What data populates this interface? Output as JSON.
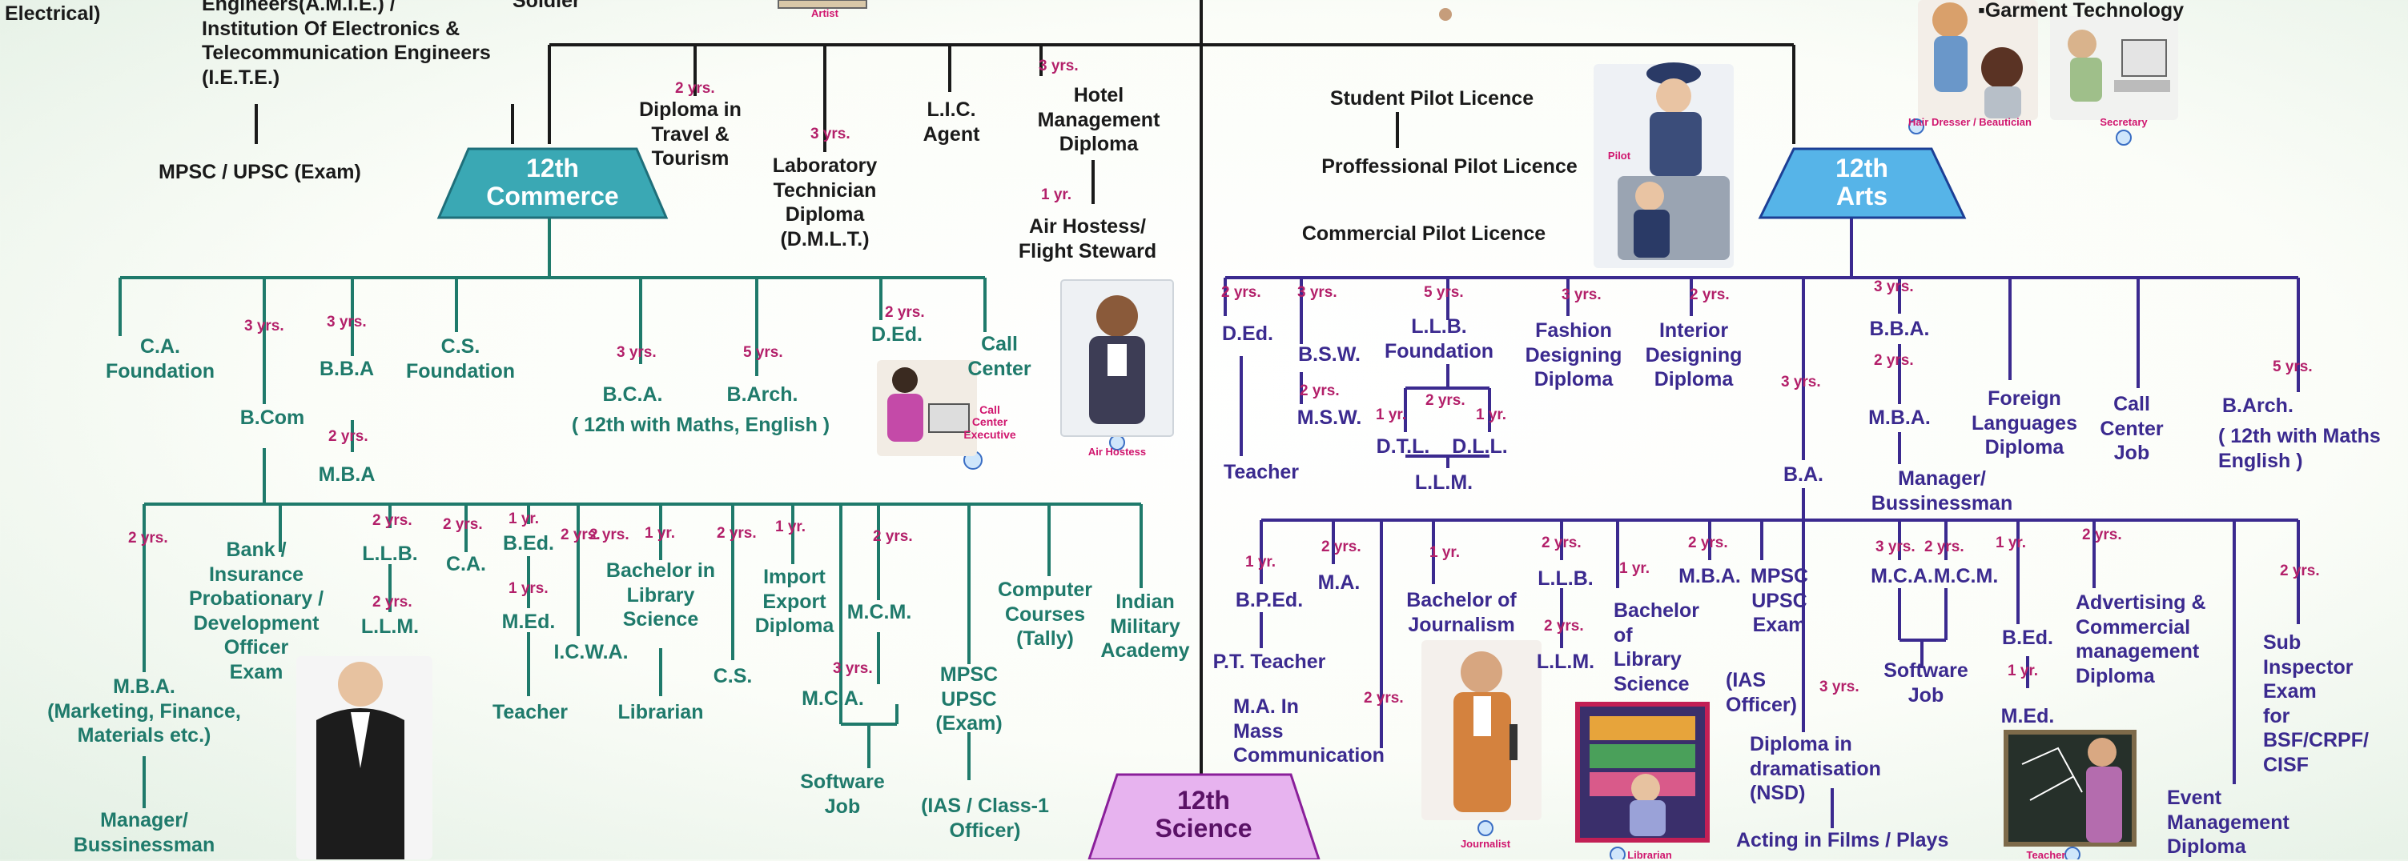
{
  "hubs": {
    "commerce": "12th\nCommerce",
    "arts": "12th\nArts",
    "science": "12th\nScience"
  },
  "top_left": {
    "electrical": "Electrical)",
    "engineers": "Engineers(A.M.I.E.) /\nInstitution Of Electronics &\nTelecommunication Engineers\n(I.E.T.E.)",
    "soldier": "Soldier",
    "mpsc": "MPSC / UPSC (Exam)",
    "artist_caption": "Artist",
    "garment": "▪Garment Technology"
  },
  "commerce": {
    "upper": {
      "diploma_travel": "Diploma in\nTravel &\nTourism",
      "lab_tech": "Laboratory\nTechnician\nDiploma\n(D.M.L.T.)",
      "lic": "L.I.C.\nAgent",
      "hotel": "Hotel\nManagement\nDiploma",
      "air_hostess": "Air Hostess/\nFlight Steward"
    },
    "branches": {
      "ca": "C.A.\nFoundation",
      "bcom": "B.Com",
      "bba": "B.B.A",
      "mba": "M.B.A",
      "cs": "C.S.\nFoundation",
      "bca": "B.C.A.",
      "barch": "B.Arch.",
      "with_maths": "( 12th with Maths, English )",
      "ded": "D.Ed.",
      "call_center": "Call\nCenter"
    },
    "bcom_children": {
      "mba": "M.B.A.\n(Marketing, Finance,\nMaterials etc.)",
      "manager": "Manager/\nBussinessman",
      "bank": "Bank /\nInsurance\nProbationary /\nDevelopment\nOfficer\nExam",
      "llb": "L.L.B.",
      "llm": "L.L.M.",
      "ca": "C.A.",
      "bed": "B.Ed.",
      "med": "M.Ed.",
      "teacher": "Teacher",
      "icwa": "I.C.W.A.",
      "bachelor_lib": "Bachelor in\nLibrary\nScience",
      "librarian": "Librarian",
      "cs": "C.S.",
      "import": "Import\nExport\nDiploma",
      "mcm": "M.C.M.",
      "mca": "M.C.A.",
      "software": "Software\nJob",
      "mpsc": "MPSC\nUPSC\n(Exam)",
      "ias": "(IAS / Class-1\nOfficer)",
      "computer": "Computer\nCourses\n(Tally)",
      "military": "Indian\nMilitary\nAcademy"
    },
    "captions": {
      "call_center_exec": "Call\nCenter\nExecutive",
      "air_hostess": "Air Hostess"
    }
  },
  "arts": {
    "pilot": {
      "student": "Student Pilot Licence",
      "professional": "Proffessional Pilot Licence",
      "commercial": "Commercial Pilot Licence",
      "pilot_caption": "Pilot"
    },
    "captions": {
      "hair": "Hair Dresser / Beautician",
      "secretary": "Secretary",
      "journalist": "Journalist",
      "librarian": "Librarian",
      "teacher": "Teacher"
    },
    "branches": {
      "ded": "D.Ed.",
      "teacher": "Teacher",
      "bsw": "B.S.W.",
      "msw": "M.S.W.",
      "llb": "L.L.B.\nFoundation",
      "dtl": "D.T.L.",
      "dll": "D.L.L.",
      "llm": "L.L.M.",
      "fashion": "Fashion\nDesigning\nDiploma",
      "interior": "Interior\nDesigning\nDiploma",
      "ba": "B.A.",
      "bba": "B.B.A.",
      "mba": "M.B.A.",
      "manager": "Manager/\nBussinessman",
      "foreign": "Foreign\nLanguages\nDiploma",
      "call_center": "Call\nCenter\nJob",
      "barch": "B.Arch.",
      "with_maths": "( 12th with Maths\nEnglish )"
    },
    "ba_children": {
      "bped": "B.P.Ed.",
      "pt_teacher": "P.T. Teacher",
      "ma": "M.A.",
      "ma_mass": "M.A. In\nMass\nCommunication",
      "journalism": "Bachelor of\nJournalism",
      "llb": "L.L.B.",
      "llm": "L.L.M.",
      "bachelor_lib": "Bachelor\nof\nLibrary\nScience",
      "mba": "M.B.A.",
      "mpsc": "MPSC\nUPSC\nExam",
      "ias": "(IAS\nOfficer)",
      "diploma_drama": "Diploma in\ndramatisation\n(NSD)",
      "acting": "Acting in Films / Plays",
      "mca": "M.C.A.",
      "mcm": "M.C.M.",
      "software": "Software\nJob",
      "bed": "B.Ed.",
      "med": "M.Ed.",
      "advertising": "Advertising &\nCommercial\nmanagement\nDiploma",
      "event": "Event\nManagement\nDiploma",
      "sub_inspector": "Sub\nInspector\nExam\nfor\nBSF/CRPF/\nCISF"
    }
  },
  "durations": {
    "y1": "1 yr.",
    "y1b": "1 yrs.",
    "y2": "2 yrs.",
    "y3": "3 yrs.",
    "y5": "5 yrs."
  },
  "colors": {
    "commerce": "#1f7a6b",
    "arts": "#3b2a8f",
    "science": "#8a1f9a",
    "duration": "#b3206a",
    "trunk": "#1a1a1a"
  }
}
